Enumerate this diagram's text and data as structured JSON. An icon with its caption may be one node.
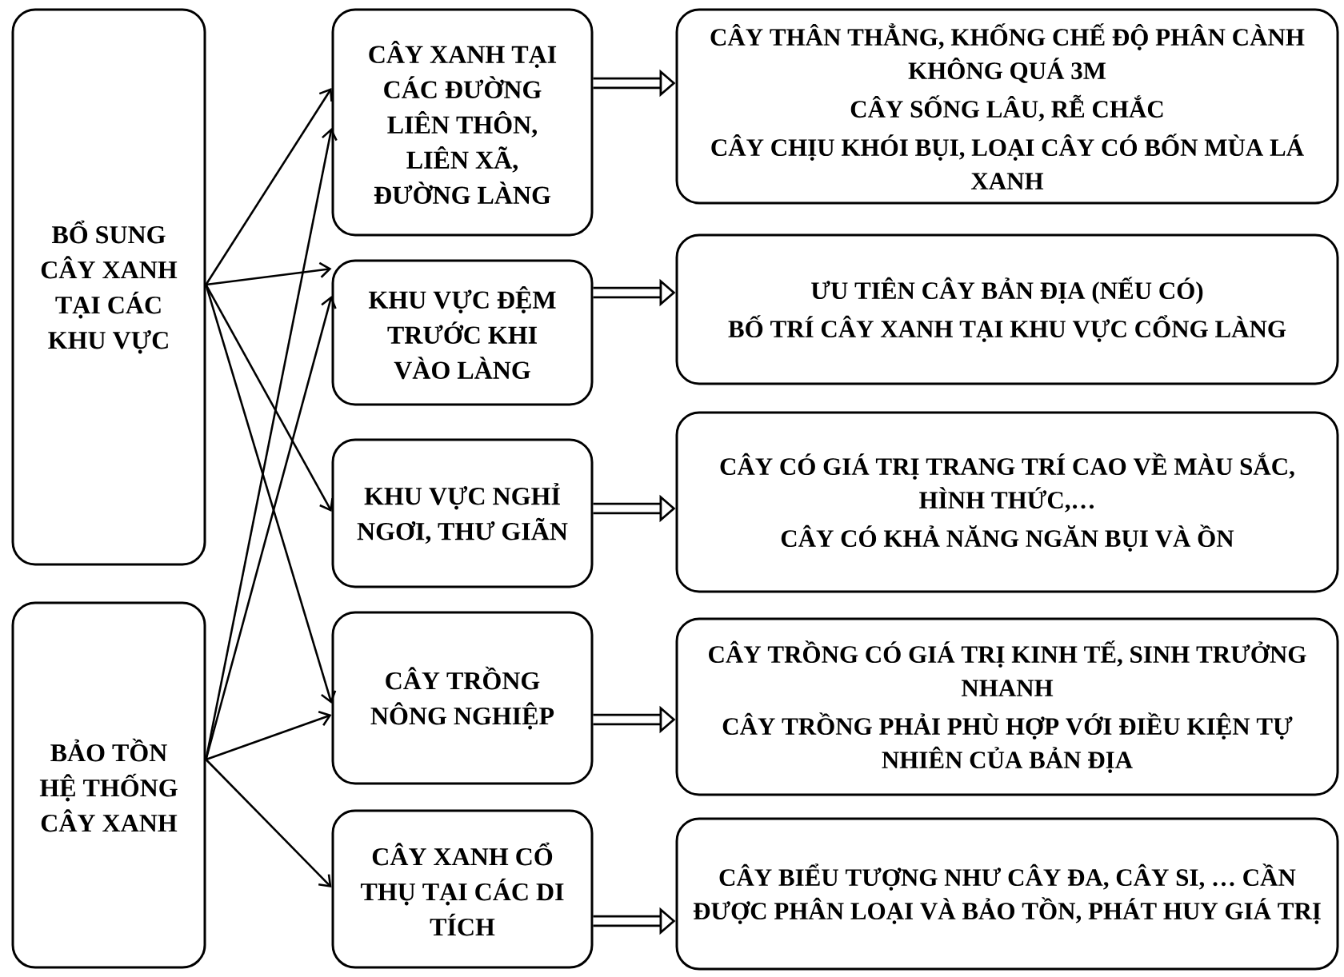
{
  "diagram": {
    "nodes": [
      {
        "text": [
          "BỔ SUNG CÂY XANH TẠI CÁC KHU VỰC"
        ]
      },
      {
        "text": [
          "BẢO TỒN HỆ THỐNG CÂY XANH"
        ]
      },
      {
        "text": [
          "CÂY XANH TẠI CÁC ĐƯỜNG LIÊN THÔN, LIÊN XÃ, ĐƯỜNG LÀNG"
        ]
      },
      {
        "text": [
          "KHU VỰC ĐỆM TRƯỚC KHI VÀO LÀNG"
        ]
      },
      {
        "text": [
          "KHU VỰC NGHỈ NGƠI, THƯ GIÃN"
        ]
      },
      {
        "text": [
          "CÂY TRỒNG NÔNG NGHIỆP"
        ]
      },
      {
        "text": [
          "CÂY XANH CỔ THỤ TẠI CÁC DI TÍCH"
        ]
      },
      {
        "text": [
          "CÂY THÂN THẲNG, KHỐNG CHẾ ĐỘ PHÂN CÀNH KHÔNG QUÁ 3M",
          "CÂY SỐNG LÂU, RỄ CHẮC",
          "CÂY CHỊU KHÓI BỤI, LOẠI CÂY CÓ BỐN MÙA LÁ XANH"
        ]
      },
      {
        "text": [
          "ƯU TIÊN CÂY BẢN ĐỊA (NẾU CÓ)",
          "BỐ TRÍ CÂY XANH TẠI KHU VỰC CỔNG LÀNG"
        ]
      },
      {
        "text": [
          "CÂY CÓ GIÁ TRỊ TRANG TRÍ CAO VỀ MÀU SẮC, HÌNH THỨC,…",
          "CÂY CÓ KHẢ NĂNG NGĂN BỤI VÀ ỒN"
        ]
      },
      {
        "text": [
          "CÂY TRỒNG CÓ GIÁ TRỊ KINH TẾ, SINH TRƯỞNG NHANH",
          "CÂY TRỒNG PHẢI PHÙ HỢP VỚI ĐIỀU KIỆN TỰ NHIÊN CỦA BẢN ĐỊA"
        ]
      },
      {
        "text": [
          "CÂY BIỂU TƯỢNG NHƯ CÂY ĐA, CÂY SI, … CẦN ĐƯỢC PHÂN LOẠI VÀ BẢO TỒN, PHÁT HUY GIÁ TRỊ"
        ]
      }
    ],
    "edges": [
      {
        "from": 0,
        "to": 2,
        "arrow": "to"
      },
      {
        "from": 0,
        "to": 3,
        "arrow": "to"
      },
      {
        "from": 0,
        "to": 4,
        "arrow": "to"
      },
      {
        "from": 0,
        "to": 5,
        "arrow": "to"
      },
      {
        "from": 1,
        "to": 2,
        "arrow": "to"
      },
      {
        "from": 1,
        "to": 3,
        "arrow": "to"
      },
      {
        "from": 1,
        "to": 5,
        "arrow": "to"
      },
      {
        "from": 1,
        "to": 6,
        "arrow": "to"
      },
      {
        "from": 2,
        "to": 7,
        "arrow": "to",
        "style": "thick"
      },
      {
        "from": 3,
        "to": 8,
        "arrow": "to",
        "style": "thick"
      },
      {
        "from": 4,
        "to": 9,
        "arrow": "to",
        "style": "thick"
      },
      {
        "from": 5,
        "to": 10,
        "arrow": "to",
        "style": "thick"
      },
      {
        "from": 6,
        "to": 11,
        "arrow": "to",
        "style": "thick"
      }
    ]
  }
}
